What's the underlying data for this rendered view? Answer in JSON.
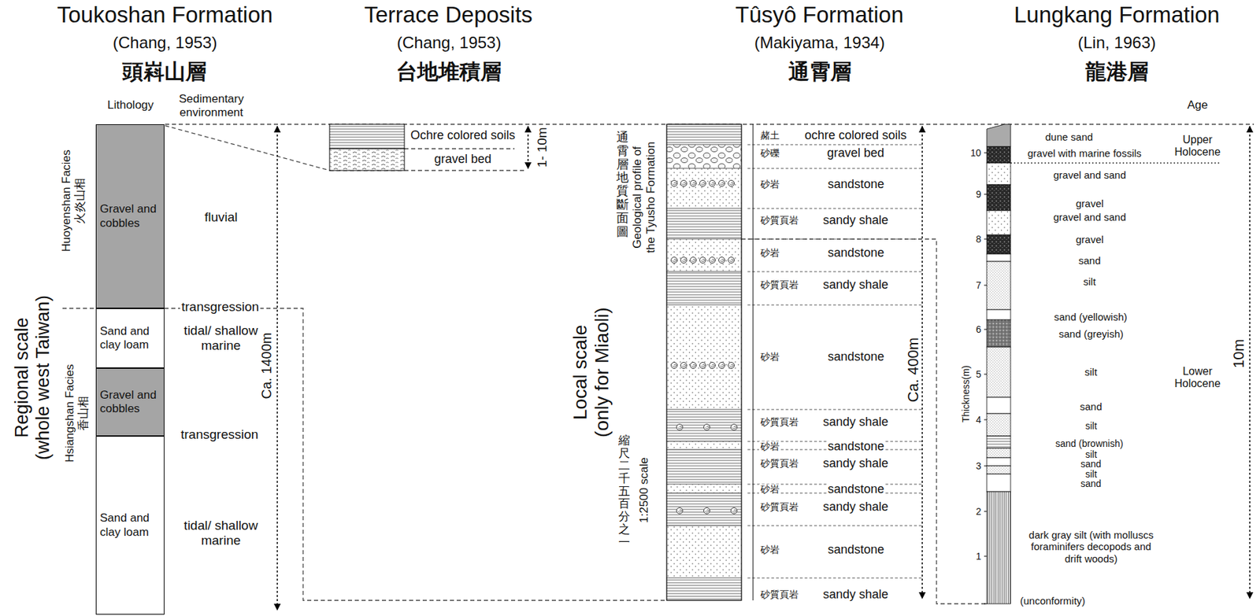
{
  "diagram": {
    "nodes": [
      {
        "text": [
          "Gravel and cobbles"
        ]
      },
      {
        "text": [
          "Sand and clay loam"
        ]
      },
      {
        "text": [
          "Gravel and cobbles"
        ]
      },
      {
        "text": [
          "Sand and clay loam"
        ]
      }
    ],
    "labels": [
      "Toukoshan Formation",
      "(Chang, 1953)",
      "頭嵙山層",
      "Terrace Deposits",
      "(Chang, 1953)",
      "台地堆積層",
      "Tûsyô Formation",
      "(Makiyama, 1934)",
      "通霄層",
      "Lungkang Formation",
      "(Lin, 1963)",
      "龍港層",
      "Lithology",
      "Sedimentary environment",
      "Age",
      "Huoyenshan Facies 火炎山相",
      "Hsiangshan Facies 香山相",
      "fluvial",
      "transgression",
      "tidal/ shallow marine",
      "transgression",
      "tidal/ shallow marine",
      "Ca. 1400m",
      "Regional scale (whole west Taiwan)",
      "Ochre colored soils",
      "gravel bed",
      "1- 10m",
      "通霄層地質斷面圖",
      "Geological profile of the Tyusho Formation",
      "Local scale (only for Miaoli)",
      "縮尺二千五百分之一",
      "1:2500 scale",
      "赭土",
      "ochre colored soils",
      "砂礫",
      "gravel bed",
      "砂岩",
      "sandstone",
      "砂質頁岩",
      "sandy shale",
      "砂岩",
      "sandstone",
      "砂質頁岩",
      "sandy shale",
      "砂岩",
      "sandstone",
      "砂質頁岩",
      "sandy shale",
      "砂岩",
      "sandstone",
      "砂質頁岩",
      "sandy shale",
      "砂岩",
      "sandstone",
      "砂質頁岩",
      "sandy shale",
      "砂岩",
      "sandstone",
      "砂質頁岩",
      "sandy shale",
      "Ca. 400m",
      "dune sand",
      "gravel with marine fossils",
      "gravel and sand",
      "gravel",
      "gravel and sand",
      "gravel",
      "sand",
      "silt",
      "sand (yellowish)",
      "sand (greyish)",
      "silt",
      "sand",
      "silt",
      "sand (brownish)",
      "silt",
      "sand",
      "silt",
      "sand",
      "dark gray silt (with molluscs foraminifers decopods and drift woods)",
      "(unconformity)",
      "Upper Holocene",
      "Lower Holocene",
      "Thickness(m)",
      "10",
      "9",
      "8",
      "7",
      "6",
      "5",
      "4",
      "3",
      "2",
      "1",
      "10m"
    ]
  }
}
